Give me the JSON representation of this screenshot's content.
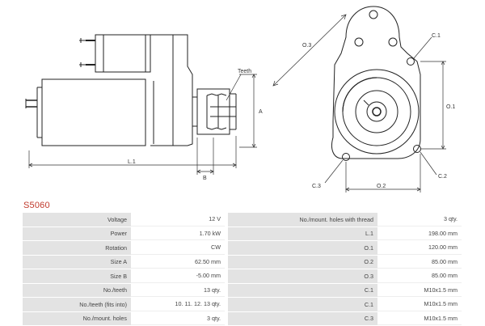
{
  "drawing": {
    "labels": {
      "teeth": "Teeth",
      "a": "A",
      "b": "B",
      "l1": "L.1",
      "o1": "O.1",
      "o2": "O.2",
      "o3": "O.3",
      "c1": "C.1",
      "c2": "C.2",
      "c3": "C.3"
    }
  },
  "part_number": "S5060",
  "specs": {
    "rows": [
      {
        "label": "Voltage",
        "value": "12 V",
        "label2": "No./mount. holes with thread",
        "value2": "3 qty."
      },
      {
        "label": "Power",
        "value": "1.70 kW",
        "label2": "L.1",
        "value2": "198.00 mm"
      },
      {
        "label": "Rotation",
        "value": "CW",
        "label2": "O.1",
        "value2": "120.00 mm"
      },
      {
        "label": "Size A",
        "value": "62.50 mm",
        "label2": "O.2",
        "value2": "85.00 mm"
      },
      {
        "label": "Size B",
        "value": "-5.00 mm",
        "label2": "O.3",
        "value2": "85.00 mm"
      },
      {
        "label": "No./teeth",
        "value": "13 qty.",
        "label2": "C.1",
        "value2": "M10x1.5 mm"
      },
      {
        "label": "No./teeth (fits into)",
        "value": "10. 11. 12. 13 qty.",
        "label2": "C.1",
        "value2": "M10x1.5 mm"
      },
      {
        "label": "No./mount. holes",
        "value": "3 qty.",
        "label2": "C.3",
        "value2": "M10x1.5 mm"
      }
    ]
  }
}
